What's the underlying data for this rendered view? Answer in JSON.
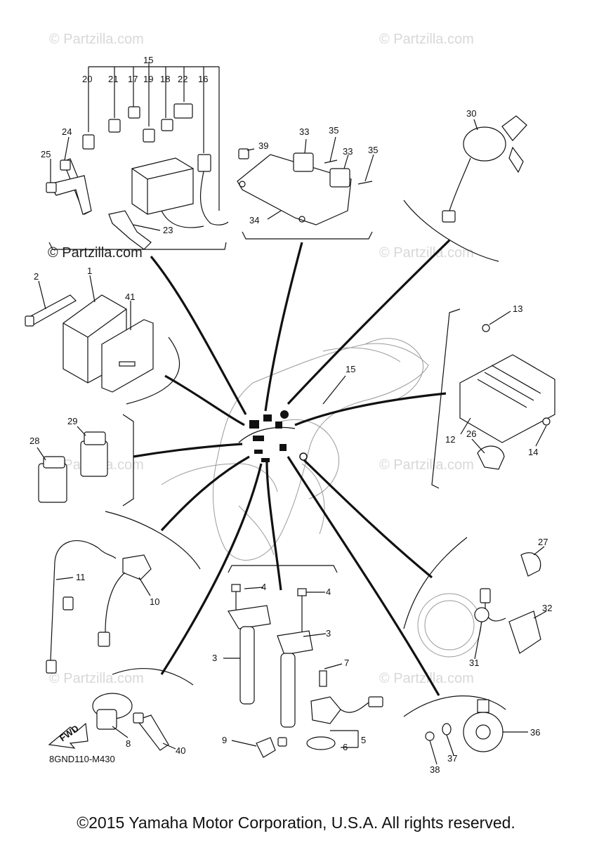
{
  "diagram_code": "8GND110-M430",
  "copyright": "©2015 Yamaha Motor Corporation, U.S.A. All rights reserved.",
  "watermark": "© Partzilla.com",
  "fwd_label": "FWD",
  "callouts": {
    "c1": "1",
    "c2": "2",
    "c3a": "3",
    "c3b": "3",
    "c4a": "4",
    "c4b": "4",
    "c5": "5",
    "c6": "6",
    "c7": "7",
    "c8": "8",
    "c9": "9",
    "c10": "10",
    "c11": "11",
    "c12": "12",
    "c13": "13",
    "c14": "14",
    "c15top": "15",
    "c15mid": "15",
    "c16": "16",
    "c17": "17",
    "c18": "18",
    "c19": "19",
    "c20": "20",
    "c21": "21",
    "c22": "22",
    "c23": "23",
    "c24": "24",
    "c25": "25",
    "c26": "26",
    "c27": "27",
    "c28": "28",
    "c29": "29",
    "c30": "30",
    "c31": "31",
    "c32": "32",
    "c33a": "33",
    "c33b": "33",
    "c34": "34",
    "c35a": "35",
    "c35b": "35",
    "c36": "36",
    "c37": "37",
    "c38": "38",
    "c39": "39",
    "c40": "40",
    "c41": "41"
  }
}
